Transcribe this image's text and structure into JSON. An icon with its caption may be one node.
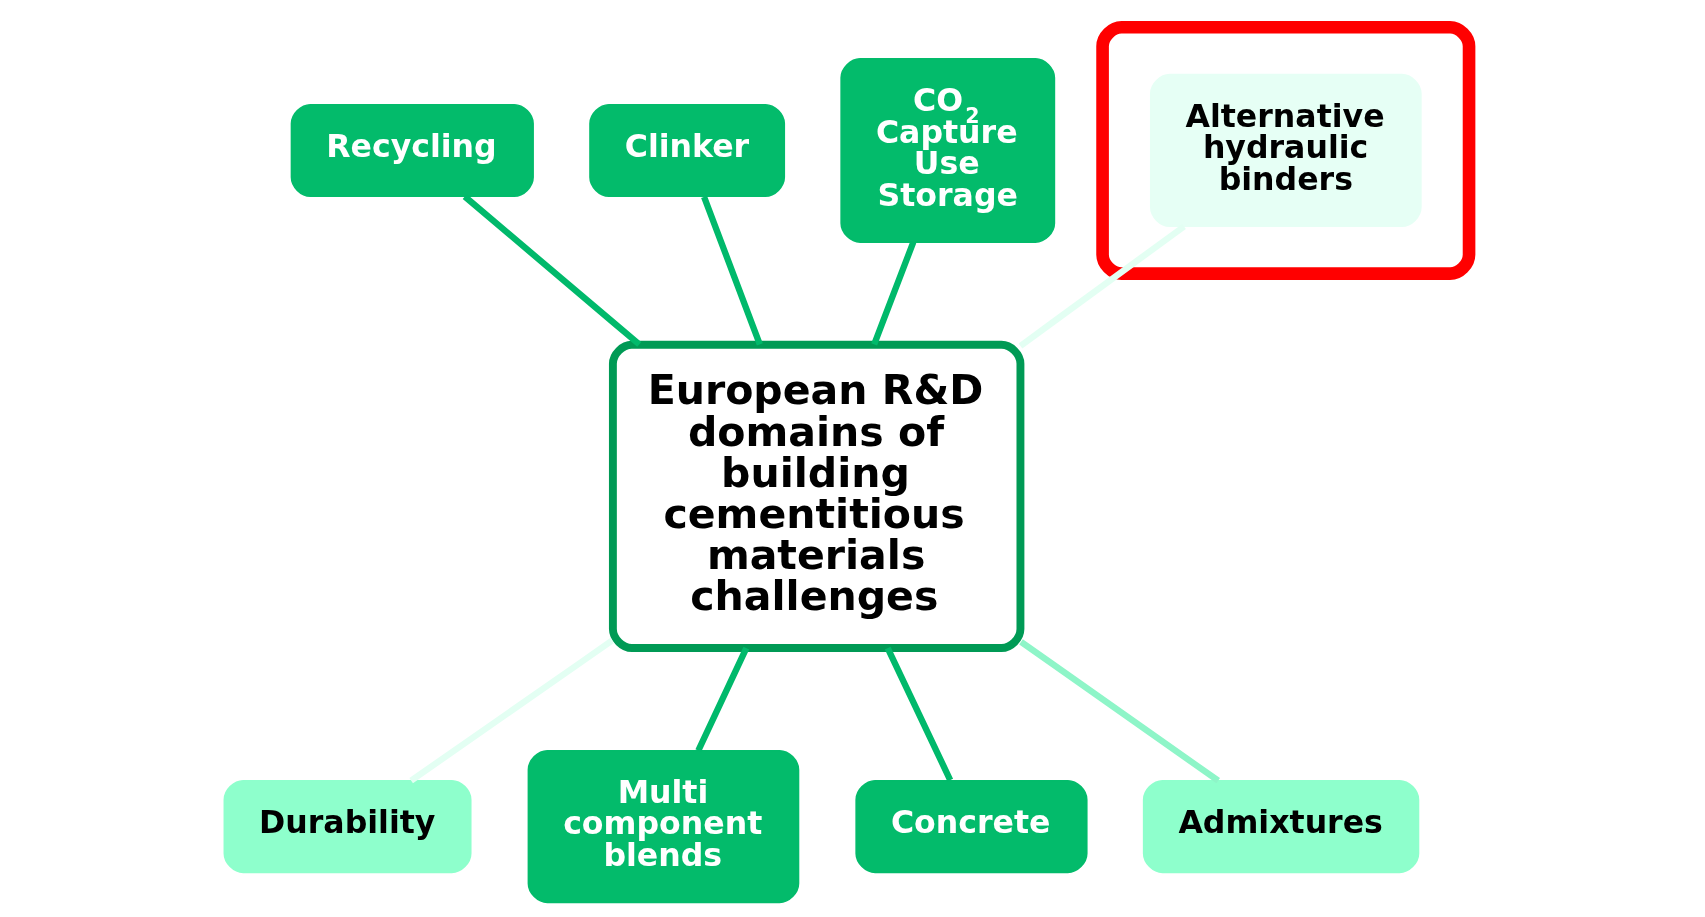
{
  "diagram": {
    "nodes": [
      {
        "text": [
          "Recycling"
        ]
      },
      {
        "text": [
          "Clinker"
        ]
      },
      {
        "text": [
          "CO$_{2}$ Capture Use Storage"
        ]
      },
      {
        "text": [],
        "shape": "ellipse"
      },
      {
        "text": [
          "Alternative hydraulic binders"
        ],
        "in": 3
      },
      {
        "text": [
          "European R&D domains of building cementitious materials challenges"
        ]
      },
      {
        "text": [
          "Durability"
        ]
      },
      {
        "text": [
          "Multi component blends"
        ]
      },
      {
        "text": [
          "Concrete"
        ]
      },
      {
        "text": [
          "Admixtures"
        ]
      }
    ],
    "edges": [
      {
        "from": 5,
        "to": 0,
        "arrow": "none"
      },
      {
        "from": 5,
        "to": 1,
        "arrow": "none"
      },
      {
        "from": 5,
        "to": 2,
        "arrow": "none"
      },
      {
        "from": 5,
        "to": 4,
        "arrow": "none",
        "color": "#e3fff3"
      },
      {
        "from": 5,
        "to": 6,
        "arrow": "none",
        "color": "#e3fff3"
      },
      {
        "from": 5,
        "to": 7,
        "arrow": "none"
      },
      {
        "from": 5,
        "to": 8,
        "arrow": "none"
      },
      {
        "from": 5,
        "to": 9,
        "arrow": "none",
        "color": "#8ef5c8"
      }
    ]
  }
}
